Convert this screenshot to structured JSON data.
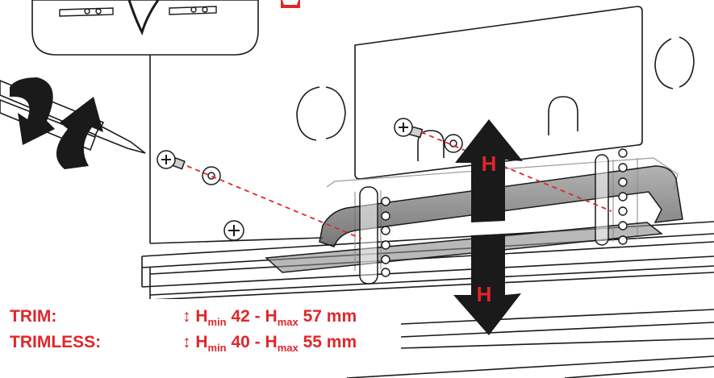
{
  "labels": {
    "height_marker_upper": "H",
    "height_marker_lower": "H"
  },
  "spec": {
    "arrow_glyph": "↕",
    "h": "H",
    "min_sub": "min",
    "max_sub": "max",
    "rows": [
      {
        "label": "TRIM:",
        "min": "42",
        "max": "57",
        "unit": "mm"
      },
      {
        "label": "TRIMLESS:",
        "min": "40",
        "max": "55",
        "unit": "mm"
      }
    ]
  },
  "icons": [
    "screwdriver-icon",
    "rotation-arrows-icon",
    "screw-icon",
    "washer-icon",
    "up-down-arrow-icon",
    "warning-triangle-icon",
    "detail-callout"
  ],
  "colors": {
    "accent": "#e0262b",
    "arrow": "#1a1a1a",
    "line": "#1a1a1a",
    "bracket": "#6e6e6e"
  }
}
